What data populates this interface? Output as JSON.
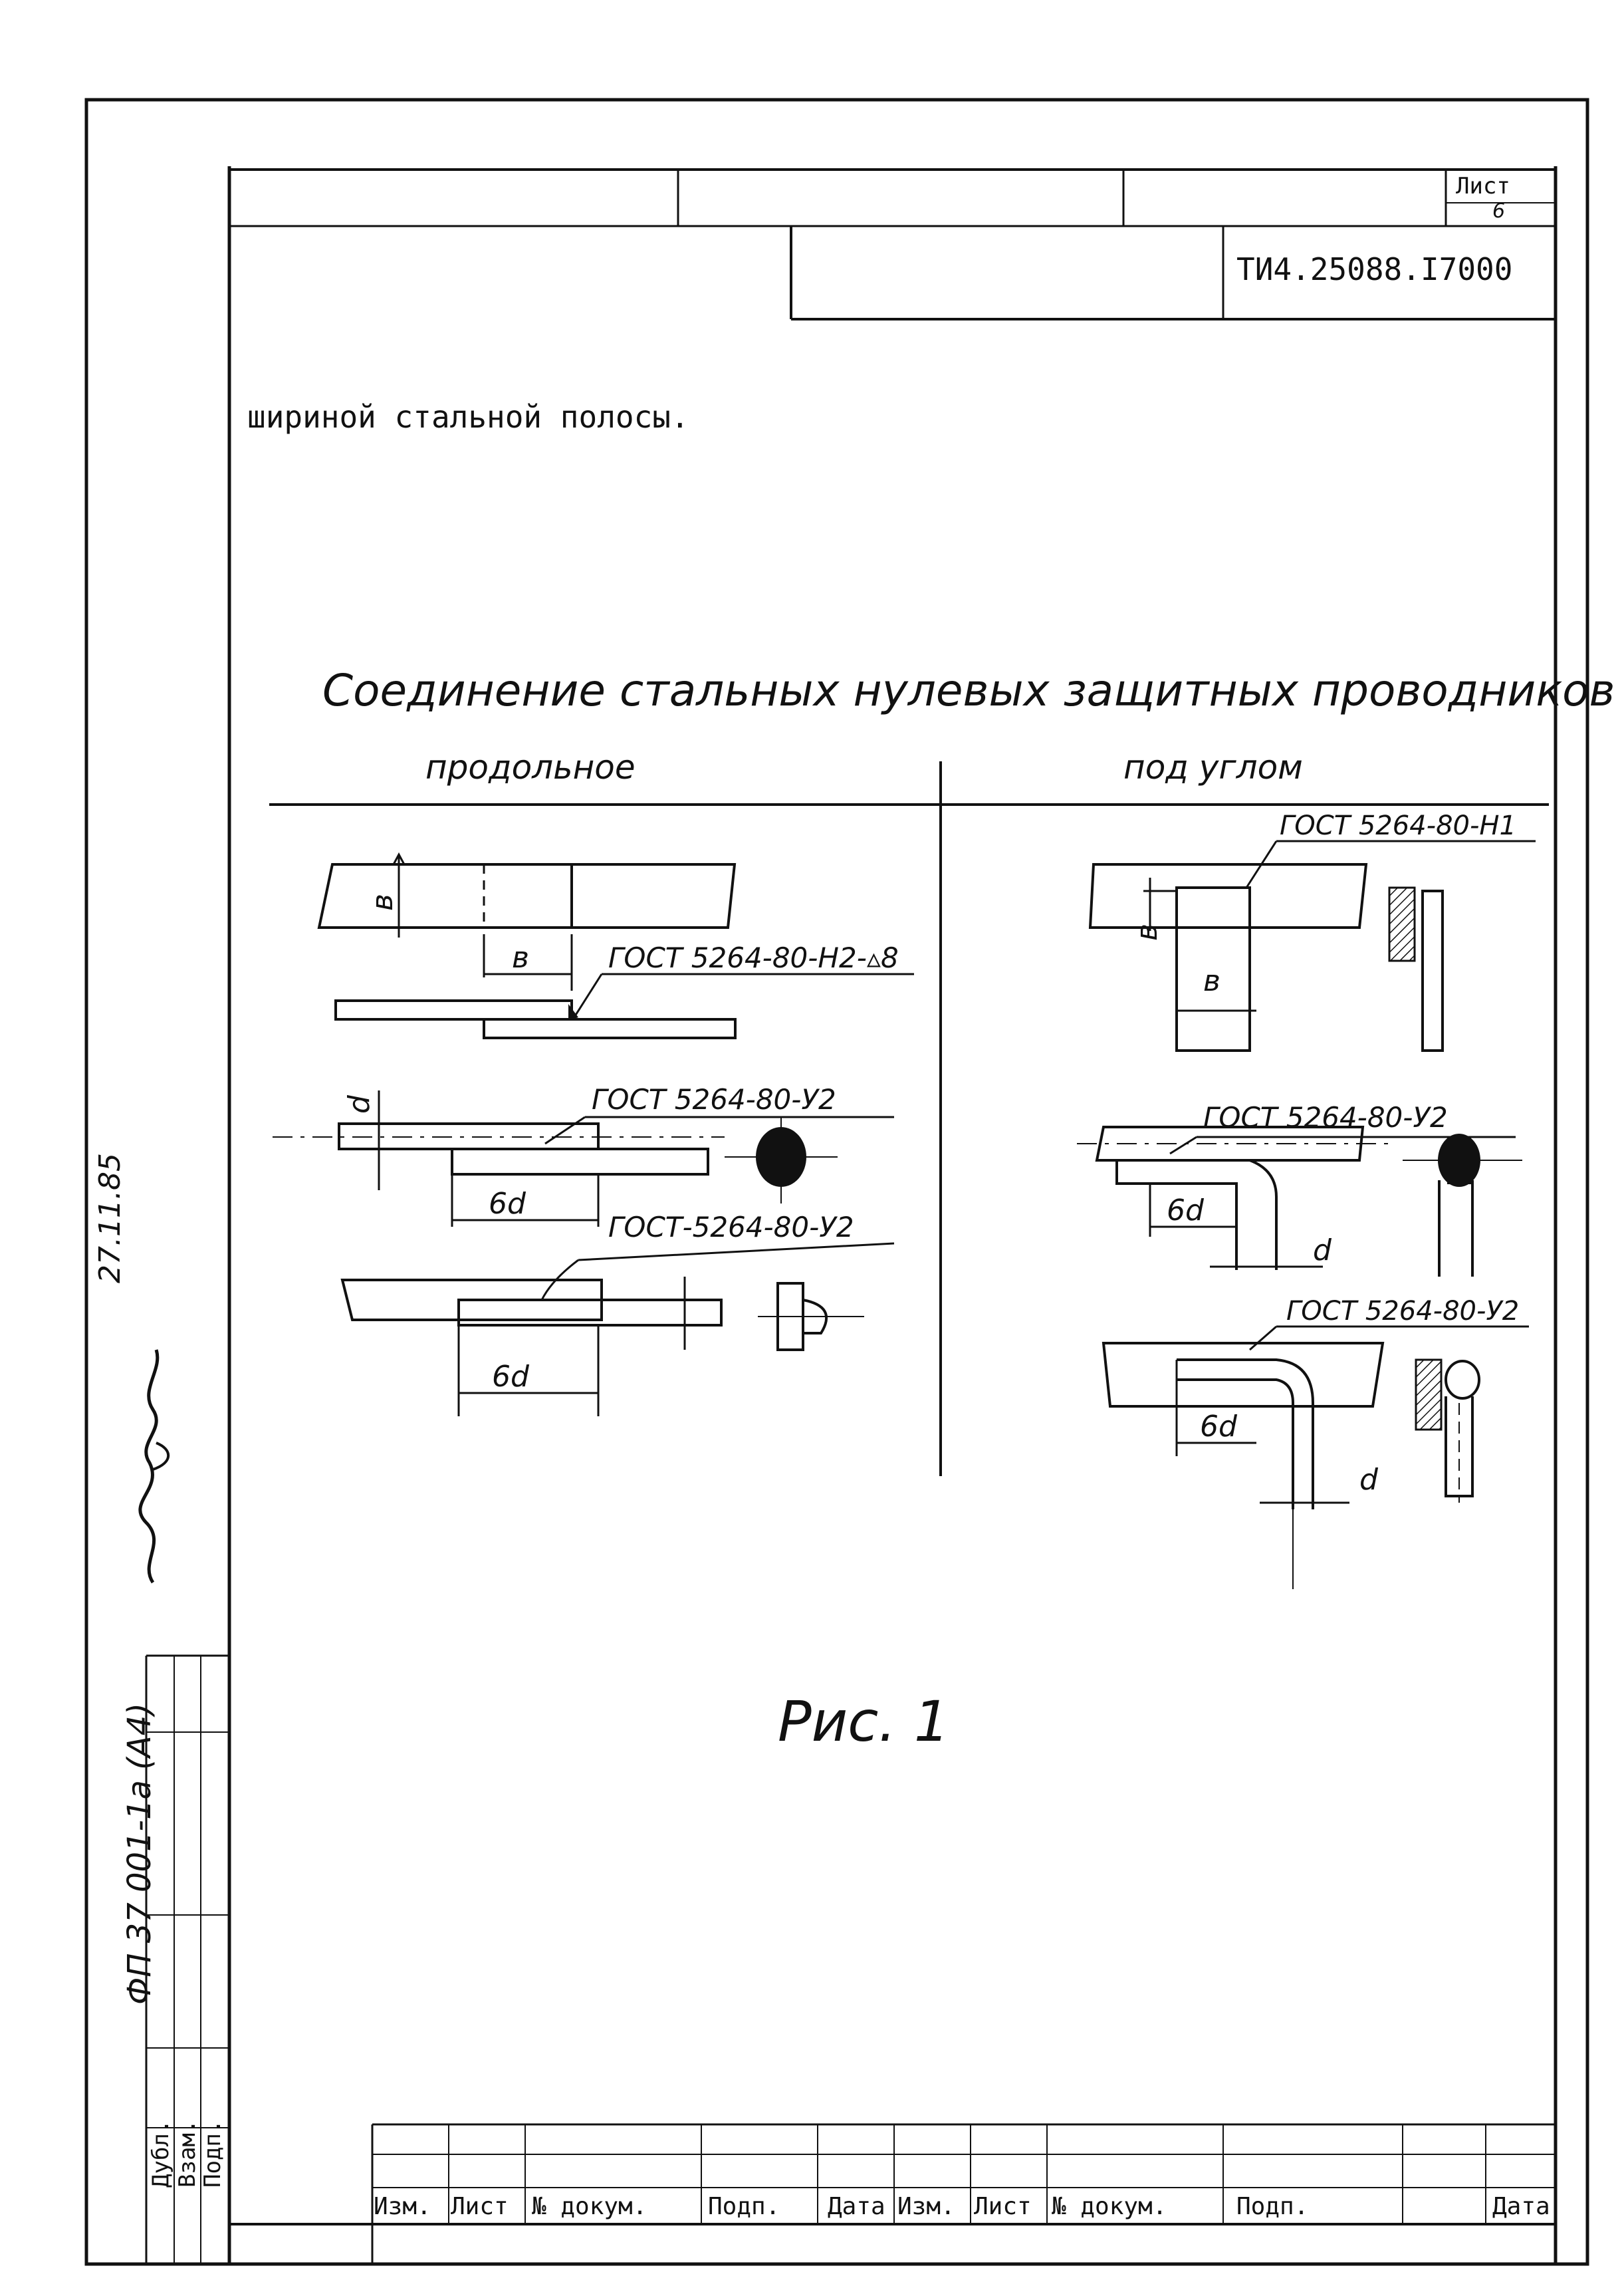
{
  "header": {
    "sheet_label": "Лист",
    "sheet_number": "6",
    "doc_code": "ТИ4.25088.І7000"
  },
  "body_text": "шириной стальной полосы.",
  "figure": {
    "title": "Соединение стальных нулевых защитных проводников",
    "left_heading": "продольное",
    "right_heading": "под углом",
    "caption": "Рис. 1",
    "labels": {
      "b": "в",
      "d": "d",
      "six_d": "6d",
      "gost_h2": "ГОСТ 5264-80-Н2-▵8",
      "gost_u2_a": "ГОСТ 5264-80-У2",
      "gost_u2_b": "ГОСТ-5264-80-У2",
      "gost_h1": "ГОСТ 5264-80-Н1",
      "gost_u2_c": "ГОСТ 5264-80-У2",
      "gost_u2_d": "ГОСТ 5264-80-У2"
    }
  },
  "side": {
    "form_code": "ФП 37 001-1а (А4)",
    "signature": "Подпись",
    "date": "27.11.85",
    "stamp_cells": [
      "Подп.",
      "Взам.",
      "Дубл."
    ]
  },
  "title_block": {
    "columns": [
      "Изм.",
      "Лист",
      "№ докум.",
      "Подп.",
      "Дата",
      "Изм.",
      "Лист",
      "№ докум.",
      "Подп.",
      "Дата"
    ]
  }
}
